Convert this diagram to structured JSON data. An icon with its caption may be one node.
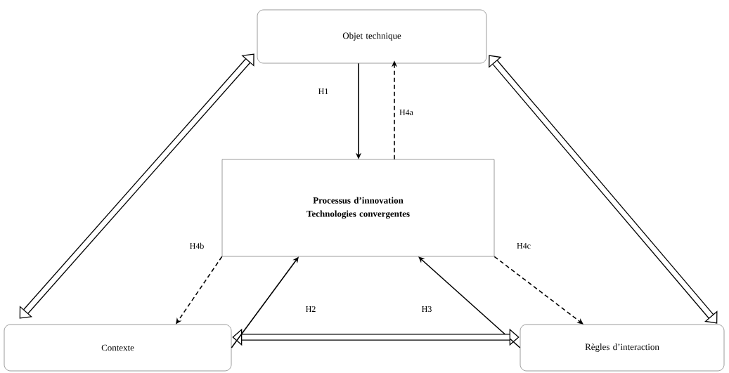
{
  "diagram": {
    "nodes": [
      {
        "text": [
          "Objet technique"
        ]
      },
      {
        "text": [
          "Processus d’innovation Technologies convergentes"
        ]
      },
      {
        "text": [
          "Contexte"
        ]
      },
      {
        "text": [
          "Règles d’interaction"
        ]
      }
    ],
    "edges": [
      {
        "from": 0,
        "to": 1,
        "arrow": "to",
        "label": "H1"
      },
      {
        "from": 1,
        "to": 0,
        "arrow": "to",
        "label": "H4a",
        "style": "dashed"
      },
      {
        "from": 1,
        "to": 2,
        "arrow": "to",
        "label": "H4b",
        "style": "dashed"
      },
      {
        "from": 2,
        "to": 1,
        "arrow": "to",
        "label": "H2"
      },
      {
        "from": 3,
        "to": 1,
        "arrow": "to",
        "label": "H3"
      },
      {
        "from": 1,
        "to": 3,
        "arrow": "to",
        "label": "H4c",
        "style": "dashed"
      },
      {
        "from": 2,
        "to": 0,
        "arrow": "both",
        "style": "thick"
      },
      {
        "from": 0,
        "to": 3,
        "arrow": "both",
        "style": "thick"
      },
      {
        "from": 2,
        "to": 3,
        "arrow": "both",
        "style": "thick"
      }
    ]
  }
}
